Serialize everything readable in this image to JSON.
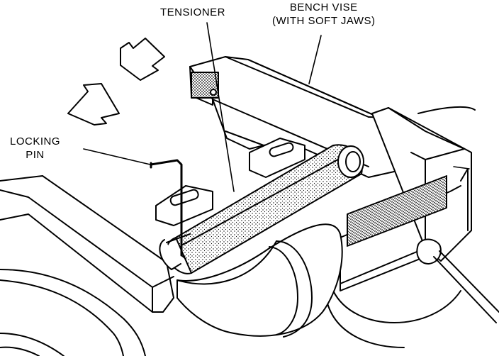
{
  "labels": {
    "tensioner": "TENSIONER",
    "bench_vise_line1": "BENCH VISE",
    "bench_vise_line2": "(WITH SOFT JAWS)",
    "locking_pin_line1": "LOCKING",
    "locking_pin_line2": "PIN"
  },
  "colors": {
    "ink": "#000000",
    "shade": "#7a7a7a",
    "paper": "#ffffff"
  },
  "icons": [
    "double-arrow-icon"
  ]
}
